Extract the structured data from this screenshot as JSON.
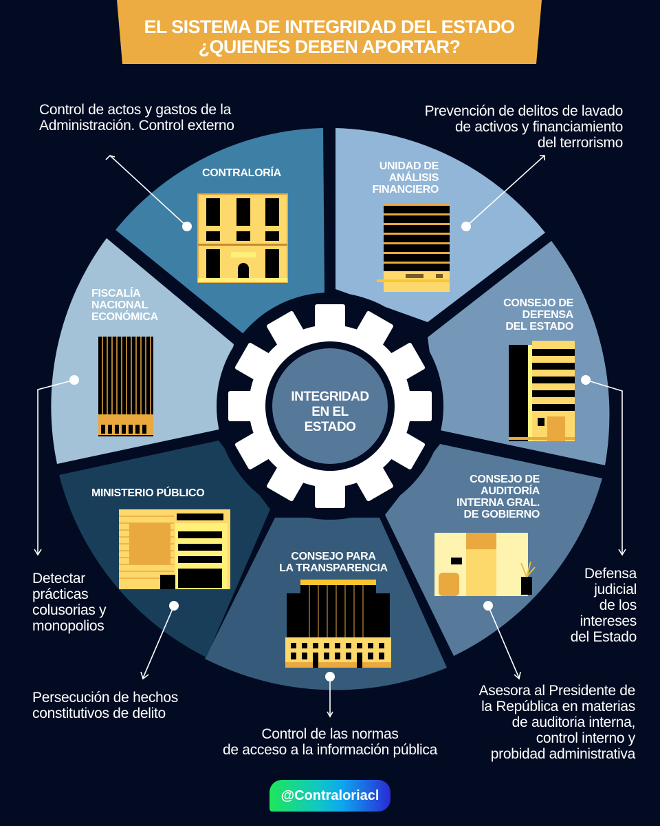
{
  "banner": {
    "line1": "EL SISTEMA DE INTEGRIDAD DEL ESTADO",
    "line2": "¿QUIENES DEBEN APORTAR?",
    "color": "#ecac41"
  },
  "center": {
    "label": "INTEGRIDAD\nEN EL\nESTADO",
    "gear_color": "#ffffff",
    "core_color": "#56799a"
  },
  "segments": [
    {
      "id": "contraloria",
      "label": "CONTRALORÍA",
      "color": "#3e7fa5",
      "description": "Control de actos y gastos de la\nAdministración. Control externo"
    },
    {
      "id": "uaf",
      "label": "UNIDAD DE\nANÁLISIS\nFINANCIERO",
      "color": "#92b6d8",
      "description": "Prevención de delitos de lavado\nde activos y financiamiento\ndel terrorismo"
    },
    {
      "id": "cde",
      "label": "CONSEJO DE\nDEFENSA\nDEL ESTADO",
      "color": "#7698b8",
      "description": "Defensa\njudicial\nde los\nintereses\ndel Estado"
    },
    {
      "id": "caigg",
      "label": "CONSEJO DE\nAUDITORÍA\nINTERNA GRAL.\nDE GOBIERNO",
      "color": "#577a9b",
      "description": "Asesora al Presidente de\nla República en materias\nde auditoria interna,\ncontrol interno y\nprobidad administrativa"
    },
    {
      "id": "cplt",
      "label": "CONSEJO PARA\nLA TRANSPARENCIA",
      "color": "#365b7a",
      "description": "Control de las normas\nde acceso a la información pública"
    },
    {
      "id": "mp",
      "label": "MINISTERIO PÚBLICO",
      "color": "#193e5a",
      "description": "Persecución de hechos\nconstitutivos de delito"
    },
    {
      "id": "fne",
      "label": "FISCALÍA\nNACIONAL\nECONÓMICA",
      "color": "#a3c2d7",
      "description": "Detectar\nprácticas\ncolusorias y\nmonopolios"
    }
  ],
  "footer": {
    "handle": "@Contraloriacl"
  },
  "colors": {
    "background": "#020b22",
    "building_yellow": "#fdd86a",
    "building_orange": "#e9a93f",
    "window_black": "#000000"
  }
}
